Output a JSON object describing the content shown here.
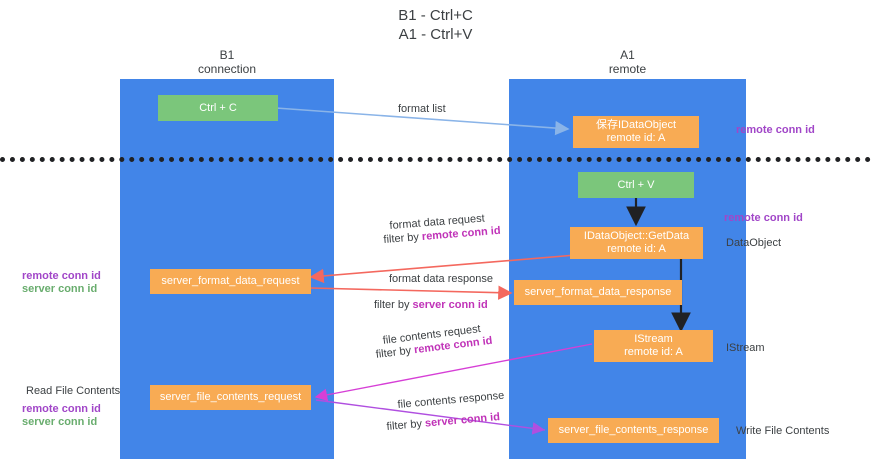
{
  "title": {
    "line1": "B1 - Ctrl+C",
    "line2": "A1 - Ctrl+V"
  },
  "lanes": [
    {
      "id": "b1",
      "name": "B1",
      "sub": "connection",
      "color": "#4285e8"
    },
    {
      "id": "a1",
      "name": "A1",
      "sub": "remote",
      "color": "#4285e8"
    }
  ],
  "colors": {
    "lane": "#4285e8",
    "green_box": "#7bc67b",
    "orange_box": "#f8ab54",
    "purple_text": "#a146c8",
    "green_text": "#69ad6e",
    "magenta_text": "#c033b8",
    "arrow_blue": "#8ab4e8",
    "arrow_black": "#202124",
    "arrow_red": "#f4685e",
    "arrow_magenta": "#d63fd6",
    "arrow_purple": "#b04fe0",
    "text": "#3c4043"
  },
  "boxes": {
    "ctrl_c": {
      "label": "Ctrl + C",
      "style": "green"
    },
    "idataobject": {
      "label": "保存IDataObject",
      "sub": "remote id: A",
      "style": "orange"
    },
    "ctrl_v": {
      "label": "Ctrl + V",
      "style": "green"
    },
    "getdata": {
      "label": "IDataObject::GetData",
      "sub": "remote id: A",
      "style": "orange"
    },
    "server_format_data_request": {
      "label": "server_format_data_request",
      "style": "orange"
    },
    "server_format_data_response": {
      "label": "server_format_data_response",
      "style": "orange"
    },
    "istream": {
      "label": "IStream",
      "sub": "remote id: A",
      "style": "orange"
    },
    "server_file_contents_request": {
      "label": "server_file_contents_request",
      "style": "orange"
    },
    "server_file_contents_response": {
      "label": "server_file_contents_response",
      "style": "orange"
    }
  },
  "edge_labels": {
    "format_list": "format list",
    "format_data_request": "format data request",
    "format_data_request_filter_prefix": "filter by ",
    "format_data_request_filter_key": "remote conn id",
    "format_data_response": "format data response",
    "format_data_response_filter_prefix": "filter by ",
    "format_data_response_filter_key": "server conn id",
    "file_contents_request": "file contents request",
    "file_contents_request_filter_prefix": "filter by ",
    "file_contents_request_filter_key": "remote conn id",
    "file_contents_response": "file contents response",
    "file_contents_response_filter_prefix": "filter by ",
    "file_contents_response_filter_key": "server conn id"
  },
  "side_labels": {
    "right_remote_conn_id_top": "remote conn id",
    "right_remote_conn_id_mid": "remote conn id",
    "right_dataobject": "DataObject",
    "right_istream": "IStream",
    "right_write_file_contents": "Write File Contents",
    "left_remote_conn_id_mid": "remote conn id",
    "left_server_conn_id_mid": "server conn id",
    "left_read_file_contents": "Read File Contents",
    "left_remote_conn_id_bot": "remote conn id",
    "left_server_conn_id_bot": "server conn id"
  }
}
